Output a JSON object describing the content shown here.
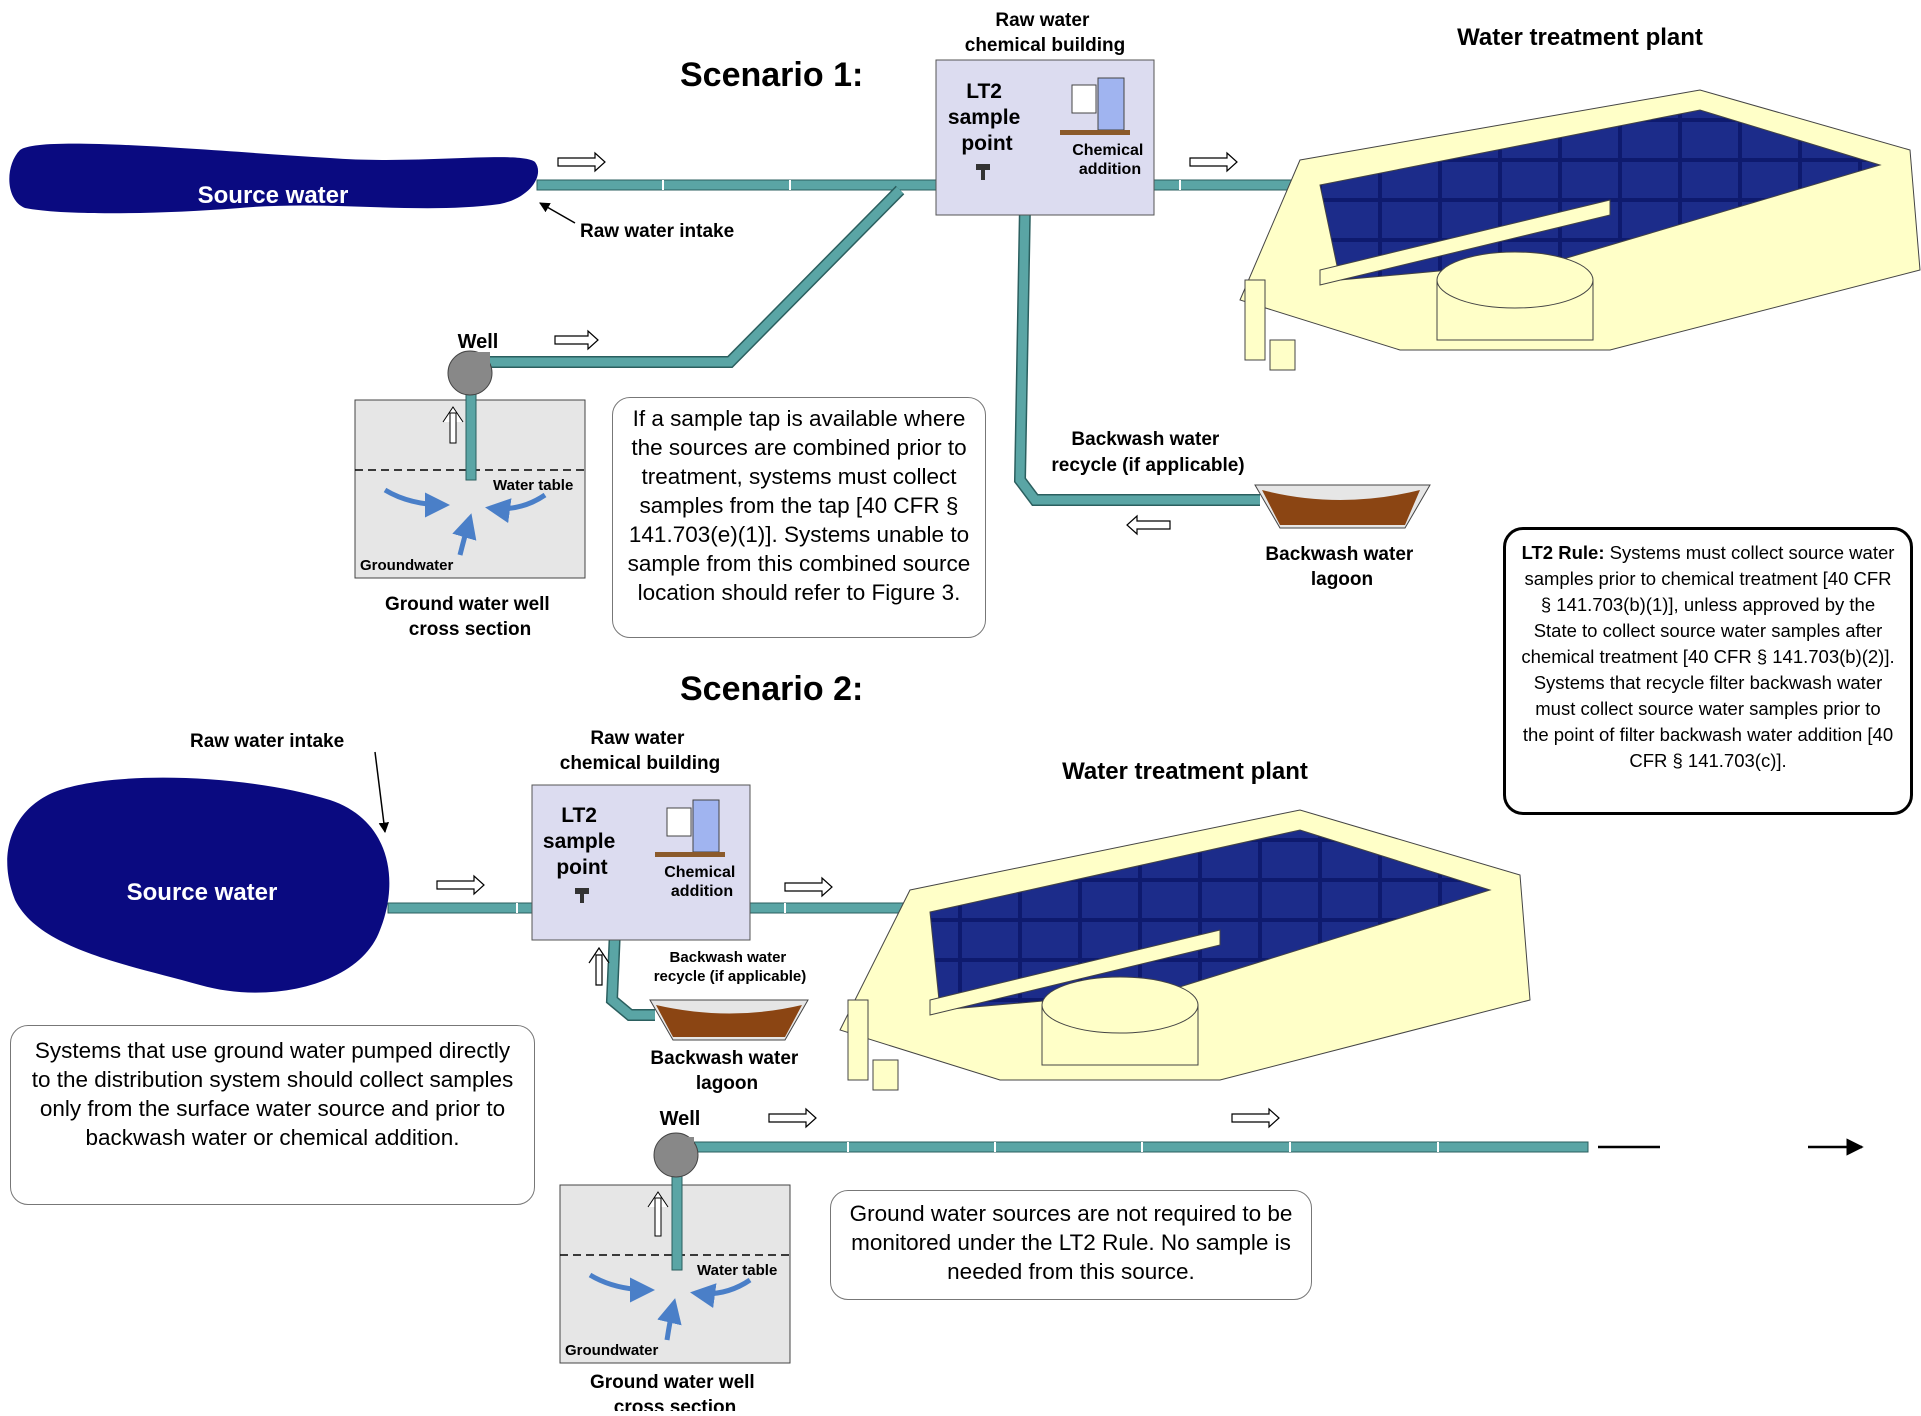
{
  "scenario1": {
    "heading": "Scenario 1:",
    "source_water": "Source water",
    "raw_water_intake": "Raw water intake",
    "chem_building_title": [
      "Raw water",
      "chemical building"
    ],
    "lt2_sample_point": [
      "LT2",
      "sample",
      "point"
    ],
    "chemical_addition": [
      "Chemical",
      "addition"
    ],
    "plant_title": "Water treatment plant",
    "well": "Well",
    "water_table": "Water table",
    "groundwater": "Groundwater",
    "well_caption": [
      "Ground water well",
      "cross section"
    ],
    "backwash_recycle": [
      "Backwash water",
      "recycle (if applicable)"
    ],
    "lagoon": [
      "Backwash water",
      "lagoon"
    ],
    "note": "If a sample tap is available where the sources are combined prior to treatment, systems must collect samples from the tap [40 CFR § 141.703(e)(1)]. Systems unable to sample from this combined source location should refer to Figure 3."
  },
  "scenario2": {
    "heading": "Scenario 2:",
    "source_water": "Source water",
    "raw_water_intake": "Raw water intake",
    "chem_building_title": [
      "Raw water",
      "chemical building"
    ],
    "lt2_sample_point": [
      "LT2",
      "sample",
      "point"
    ],
    "chemical_addition": [
      "Chemical",
      "addition"
    ],
    "plant_title": "Water treatment plant",
    "backwash_recycle": [
      "Backwash water",
      "recycle (if applicable)"
    ],
    "lagoon": [
      "Backwash water",
      "lagoon"
    ],
    "well": "Well",
    "water_table": "Water table",
    "groundwater": "Groundwater",
    "well_caption": [
      "Ground water well",
      "cross section"
    ],
    "note_left": "Systems that use ground water pumped directly to the distribution system should collect samples only from the surface water source and prior to backwash water or chemical addition.",
    "note_ground": "Ground water sources are not required to be monitored under the LT2 Rule. No sample is needed from this source."
  },
  "lt2_rule": {
    "label": "LT2 Rule:",
    "text": "Systems must collect source water samples prior to chemical treatment [40 CFR § 141.703(b)(1)], unless approved by the State to collect source water samples after chemical treatment [40 CFR § 141.703(b)(2)]. Systems that recycle filter backwash water must collect source water samples prior to the point of filter backwash water addition [40 CFR § 141.703(c)]."
  },
  "colors": {
    "water_body": "#0a0a80",
    "pipe": "#5aa5a5",
    "pipe_dark": "#2b5f5f",
    "building": "#dcdcf0",
    "plant_slab": "#ffffc8",
    "filter_bed": "#0e1a6e",
    "lagoon_mud": "#8b4513",
    "ground_box": "#e6e6e6",
    "flow_arrow": "#4a7fc8"
  }
}
